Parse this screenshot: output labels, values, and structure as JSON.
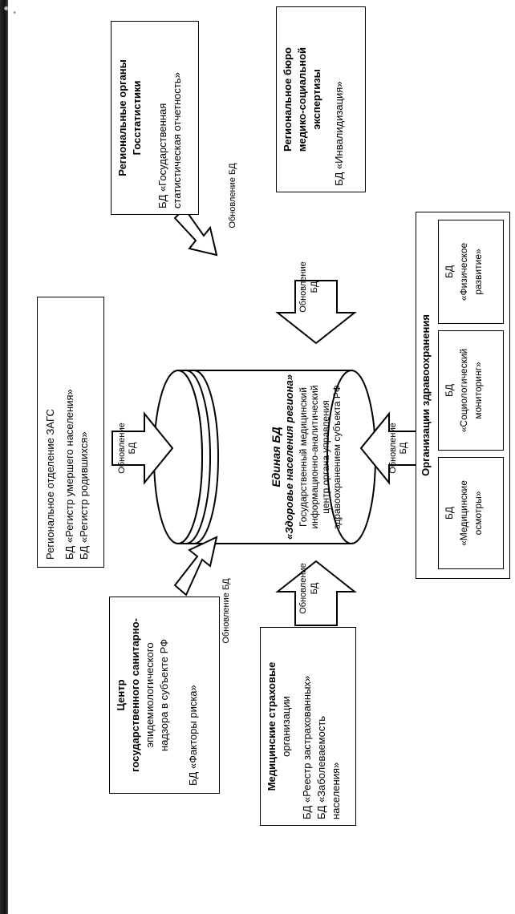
{
  "central_db": {
    "title": "Единая БД",
    "subtitle": "«Здоровье населения региона»",
    "line1": "Государственный медицинский",
    "line2": "информационно-аналитический",
    "line3": "центр органа управления",
    "line4": "здравоохранением субъекта РФ"
  },
  "zags": {
    "title": "Региональное отделение ЗАГС",
    "db1": "БД «Регистр умершего населения»",
    "db2": "БД «Регистр родившихся»"
  },
  "gosstat": {
    "title1": "Региональные органы",
    "title2": "Госстатистики",
    "db1": "БД «Государственная",
    "db2": "статистическая отчетность»"
  },
  "mse": {
    "title1": "Региональное бюро",
    "title2": "медико-социальной",
    "title3": "экспертизы",
    "db": "БД «Инвалидизация»"
  },
  "sanepid": {
    "title1": "Центр",
    "title2": "государственного санитарно-",
    "title3": "эпидемиологического",
    "title4": "надзора в субъекте РФ",
    "db": "БД «Факторы риска»"
  },
  "insurance": {
    "title1": "Медицинские страховые",
    "title2": "организации",
    "db1": "БД «Реестр застрахованных»",
    "db2": "БД «Заболеваемость",
    "db3": "населения»"
  },
  "health_orgs": {
    "title": "Организации здравоохранения",
    "db1_l1": "БД",
    "db1_l2": "«Медицинские",
    "db1_l3": "осмотры»",
    "db2_l1": "БД",
    "db2_l2": "«Социологический",
    "db2_l3": "мониторинг»",
    "db3_l1": "БД",
    "db3_l2": "«Физическое",
    "db3_l3": "развитие»"
  },
  "arrows": {
    "update_line1": "Обновление",
    "update_line2": "БД",
    "update_full": "Обновление БД"
  }
}
